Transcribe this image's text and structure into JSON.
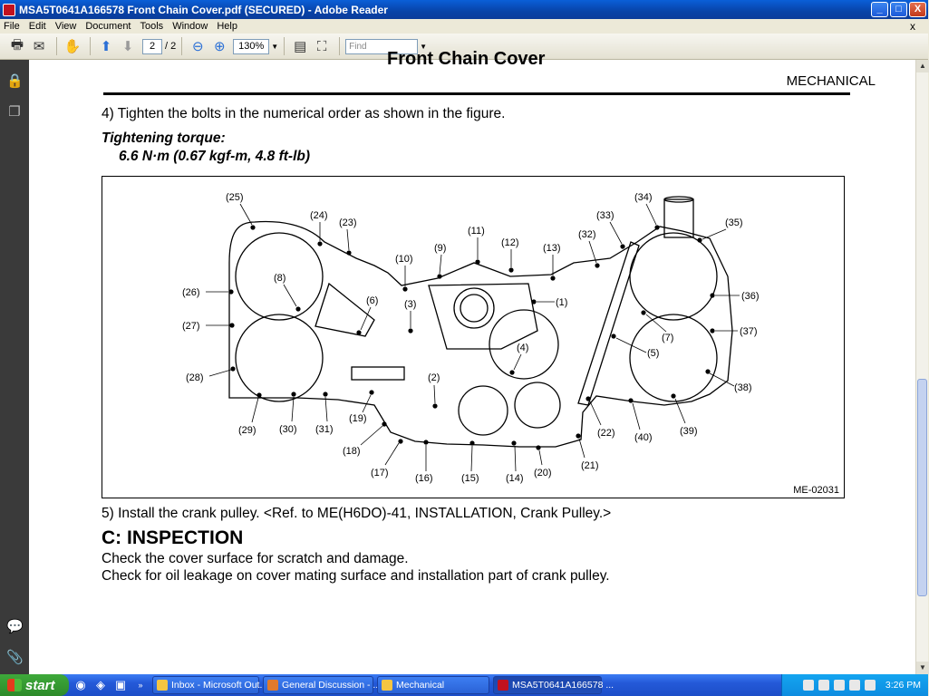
{
  "window": {
    "title": "MSA5T0641A166578 Front Chain Cover.pdf (SECURED) - Adobe Reader",
    "buttons": {
      "minimize": "_",
      "maximize": "□",
      "close": "X"
    }
  },
  "menu": [
    "File",
    "Edit",
    "View",
    "Document",
    "Tools",
    "Window",
    "Help"
  ],
  "menu_close": "x",
  "toolbar": {
    "page_current": "2",
    "page_total": "/ 2",
    "zoom": "130%",
    "find_placeholder": "Find"
  },
  "document": {
    "header_title": "Front Chain Cover",
    "section": "MECHANICAL",
    "step4": "4) Tighten the bolts in the numerical order as shown in the figure.",
    "torque_label": "Tightening torque:",
    "torque_value": "6.6 N·m (0.67 kgf-m, 4.8 ft-lb)",
    "figure_code": "ME-02031",
    "figure_labels": [
      "(1)",
      "(2)",
      "(3)",
      "(4)",
      "(5)",
      "(6)",
      "(7)",
      "(8)",
      "(9)",
      "(10)",
      "(11)",
      "(12)",
      "(13)",
      "(14)",
      "(15)",
      "(16)",
      "(17)",
      "(18)",
      "(19)",
      "(20)",
      "(21)",
      "(22)",
      "(23)",
      "(24)",
      "(25)",
      "(26)",
      "(27)",
      "(28)",
      "(29)",
      "(30)",
      "(31)",
      "(32)",
      "(33)",
      "(34)",
      "(35)",
      "(36)",
      "(37)",
      "(38)",
      "(39)",
      "(40)"
    ],
    "step5": "5) Install the crank pulley. <Ref. to ME(H6DO)-41, INSTALLATION, Crank Pulley.>",
    "inspection_title": "C:  INSPECTION",
    "inspection_1": "Check the cover surface for scratch and damage.",
    "inspection_2": "Check for oil leakage on cover mating surface and installation part of crank pulley."
  },
  "taskbar": {
    "start": "start",
    "items": [
      "Inbox - Microsoft Out...",
      "General Discussion - ...",
      "Mechanical",
      "MSA5T0641A166578 ..."
    ],
    "clock": "3:26 PM"
  }
}
